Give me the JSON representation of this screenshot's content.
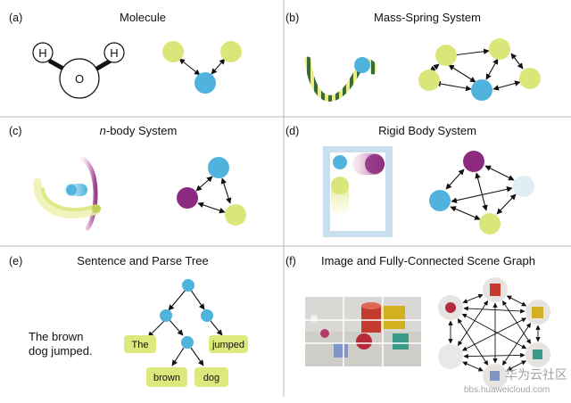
{
  "panels": [
    {
      "label": "(a)",
      "title": "Molecule"
    },
    {
      "label": "(b)",
      "title": "Mass-Spring System"
    },
    {
      "label": "(c)",
      "title_em": "n",
      "title_rest": "-body System"
    },
    {
      "label": "(d)",
      "title": "Rigid Body System"
    },
    {
      "label": "(e)",
      "title": "Sentence and Parse Tree"
    },
    {
      "label": "(f)",
      "title": "Image and Fully-Connected Scene Graph"
    }
  ],
  "molecule": {
    "atom_h1": "H",
    "atom_o": "O",
    "atom_h2": "H"
  },
  "sentence": {
    "line1": "The brown",
    "line2": "dog jumped."
  },
  "parse_tree": {
    "word_the": "The",
    "word_jumped": "jumped",
    "word_brown": "brown",
    "word_dog": "dog"
  },
  "watermark": {
    "line1": "华为云社区",
    "line2": "bbs.huaweicloud.com"
  },
  "colors": {
    "node_blue": "#4fb3de",
    "node_yellow": "#dbe67a",
    "node_purple": "#8b2a7e",
    "node_pale": "#dfeef4",
    "word_box": "#dde97c",
    "frame_blue": "#c9e1ee",
    "divider": "#b8b8b8"
  }
}
